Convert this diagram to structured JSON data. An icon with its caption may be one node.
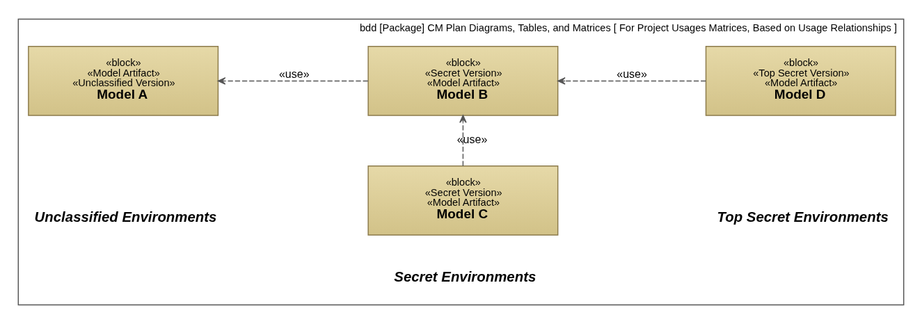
{
  "diagram": {
    "nodes": [
      {
        "text": [
          "bdd [Package] CM Plan Diagrams, Tables, and Matrices [ For Project Usages Matrices, Based on Usage Relationships ]"
        ]
      },
      {
        "text": [
          "«block»",
          "«Model Artifact»",
          "«Unclassified Version»",
          "Model A"
        ],
        "in": 0
      },
      {
        "text": [
          "«block»",
          "«Secret Version»",
          "«Model Artifact»",
          "Model B"
        ],
        "in": 0
      },
      {
        "text": [
          "«block»",
          "«Top Secret Version»",
          "«Model Artifact»",
          "Model D"
        ],
        "in": 0
      },
      {
        "text": [
          "«block»",
          "«Secret Version»",
          "«Model Artifact»",
          "Model C"
        ],
        "in": 0
      }
    ],
    "edges": [
      {
        "from": 2,
        "to": 1,
        "arrow": "to",
        "label": "«use»",
        "style": "dashed"
      },
      {
        "from": 3,
        "to": 2,
        "arrow": "to",
        "label": "«use»",
        "style": "dashed"
      },
      {
        "from": 4,
        "to": 2,
        "arrow": "to",
        "label": "«use»",
        "style": "dashed"
      }
    ],
    "labels": [
      "Unclassified Environments",
      "Secret Environments",
      "Top Secret Environments"
    ]
  }
}
